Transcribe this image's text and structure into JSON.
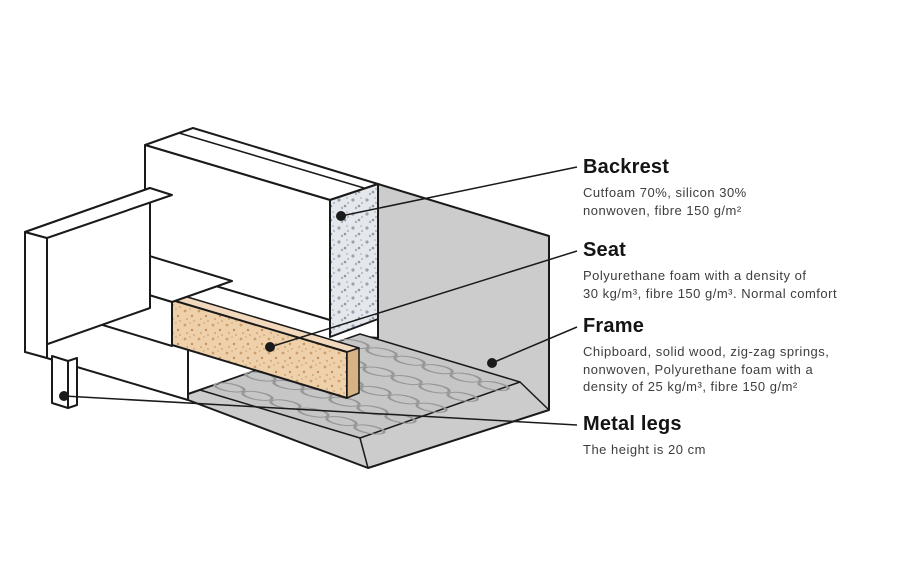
{
  "diagram": {
    "callouts": [
      {
        "id": "backrest",
        "title": "Backrest",
        "description": "Cutfoam 70%, silicon 30%\nnonwoven, fibre 150 g/m²"
      },
      {
        "id": "seat",
        "title": "Seat",
        "description": "Polyurethane foam with a density of\n30 kg/m³, fibre 150 g/m³. Normal comfort"
      },
      {
        "id": "frame",
        "title": "Frame",
        "description": "Chipboard, solid wood, zig-zag springs,\nnonwoven, Polyurethane foam with a\ndensity of 25 kg/m³, fibre 150 g/m²"
      },
      {
        "id": "metal-legs",
        "title": "Metal legs",
        "description": "The height is 20 cm"
      }
    ],
    "illustration": {
      "parts": [
        "backrest-cushion",
        "backrest-foam-cross-section",
        "seat-cushion",
        "seat-foam-cross-section",
        "frame-shell",
        "zigzag-springs",
        "armrest",
        "metal-leg"
      ]
    },
    "colors": {
      "outline": "#1a1a1a",
      "frame_gray": "#cccccc",
      "floor_gray": "#c6c6c6",
      "spring_gray": "#979797",
      "backrest_foam": "#e4e8ec",
      "seat_foam": "#eed0ab",
      "heading_text": "#141414",
      "body_text": "#3d3d3d"
    }
  }
}
